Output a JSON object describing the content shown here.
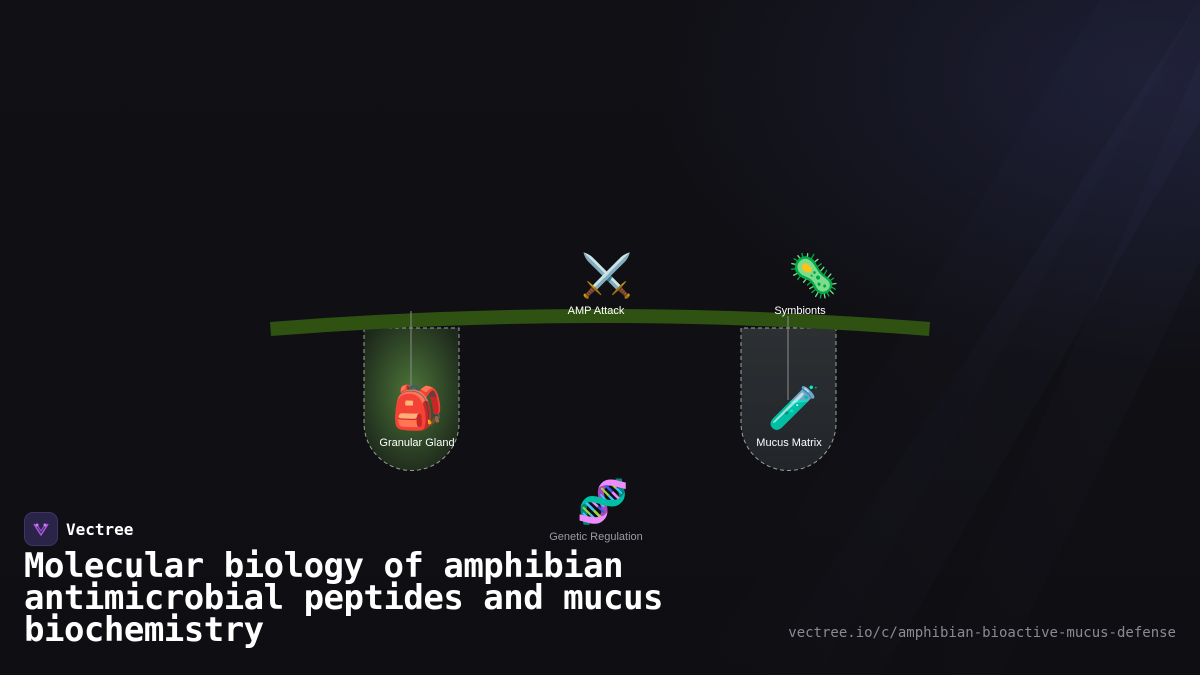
{
  "brand": {
    "name": "Vectree",
    "logo_icon": "vectree-logo-icon"
  },
  "title": "Molecular biology of amphibian antimicrobial peptides and mucus biochemistry",
  "url": "vectree.io/c/amphibian-bioactive-mucus-defense",
  "colors": {
    "background": "#0f0f13",
    "skin_band": "#2f5212",
    "gland_fill": "#3a5a2e",
    "matrix_fill": "#2a2e30",
    "logo_bg": "#2a2448",
    "logo_accent": "#b84de0"
  },
  "nodes": {
    "amp_attack": {
      "label": "AMP Attack",
      "icon": "crossed-swords-icon",
      "glyph": "⚔️"
    },
    "symbionts": {
      "label": "Symbionts",
      "icon": "microbe-icon",
      "glyph": "🦠"
    },
    "granular_gland": {
      "label": "Granular Gland",
      "icon": "backpack-icon",
      "glyph": "🎒"
    },
    "mucus_matrix": {
      "label": "Mucus Matrix",
      "icon": "test-tube-icon",
      "glyph": "🧪"
    },
    "genetic_regulation": {
      "label": "Genetic Regulation",
      "icon": "dna-icon",
      "glyph": "🧬"
    }
  }
}
